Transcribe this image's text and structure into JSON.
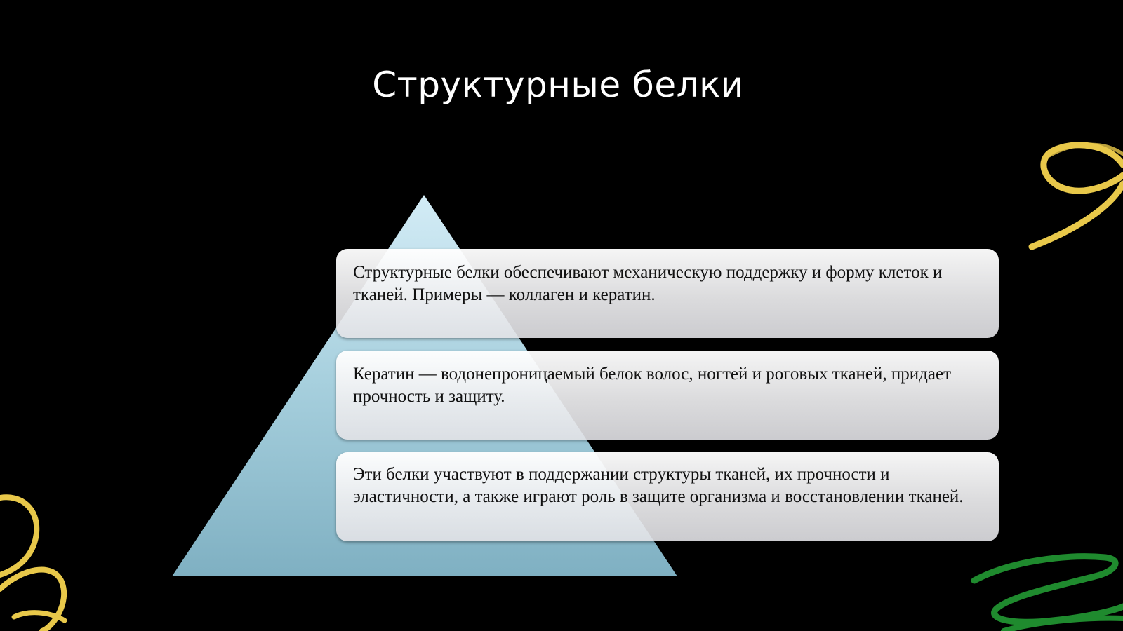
{
  "slide": {
    "title": "Структурные белки",
    "cards": [
      {
        "text": "Структурные белки обеспечивают механическую поддержку и форму клеток и тканей. Примеры — коллаген и кератин."
      },
      {
        "text": "Кератин — водонепроницаемый белок волос, ногтей и роговых тканей, придает прочность и защиту."
      },
      {
        "text": "Эти белки участвуют в поддержании структуры тканей, их прочности и эластичности, а также играют роль в защите организма и восстановлении тканей."
      }
    ]
  },
  "colors": {
    "background": "#000000",
    "title": "#ffffff",
    "pyramid_top": "#c9e6f2",
    "pyramid_bottom": "#7fb0c2",
    "squiggle_yellow": "#e8c84a",
    "squiggle_green": "#1f8a2e"
  },
  "icons": [
    "pyramid-shape",
    "yellow-squiggle-top-right",
    "yellow-squiggle-bottom-left",
    "green-squiggle-bottom-right"
  ]
}
